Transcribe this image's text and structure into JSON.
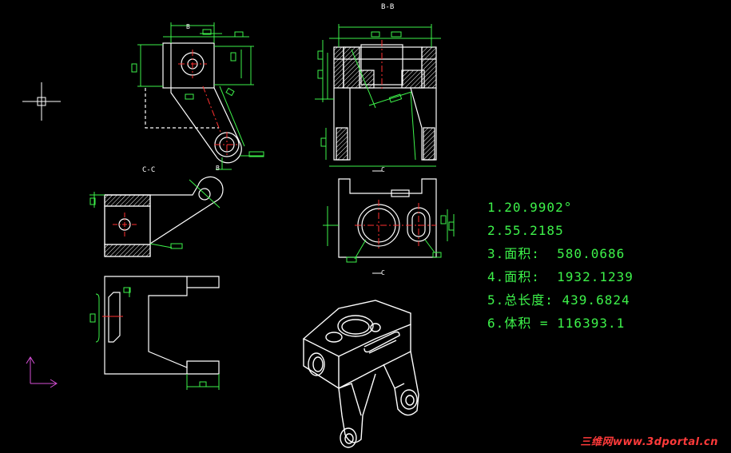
{
  "labels": {
    "section_bb": "B-B",
    "section_cc": "C-C",
    "mark_b_top": "B",
    "mark_b_bottom": "B",
    "mark_c_top": "C",
    "mark_c_bottom": "C"
  },
  "results": [
    "1.20.9902°",
    "2.55.2185",
    "3.面积:  580.0686",
    "4.面积:  1932.1239",
    "5.总长度: 439.6824",
    "6.体积 = 116393.1"
  ],
  "watermark": "三维网www.3dportal.cn",
  "colors": {
    "background": "#000000",
    "geometry": "#ffffff",
    "dimension": "#3df24a",
    "center_line": "#ff3030",
    "ucs_icon": "#d64fd6",
    "result_text": "#3df24a",
    "watermark": "#ff3a3a"
  },
  "icons": [
    "crosshair-cursor-icon",
    "ucs-axis-icon"
  ]
}
